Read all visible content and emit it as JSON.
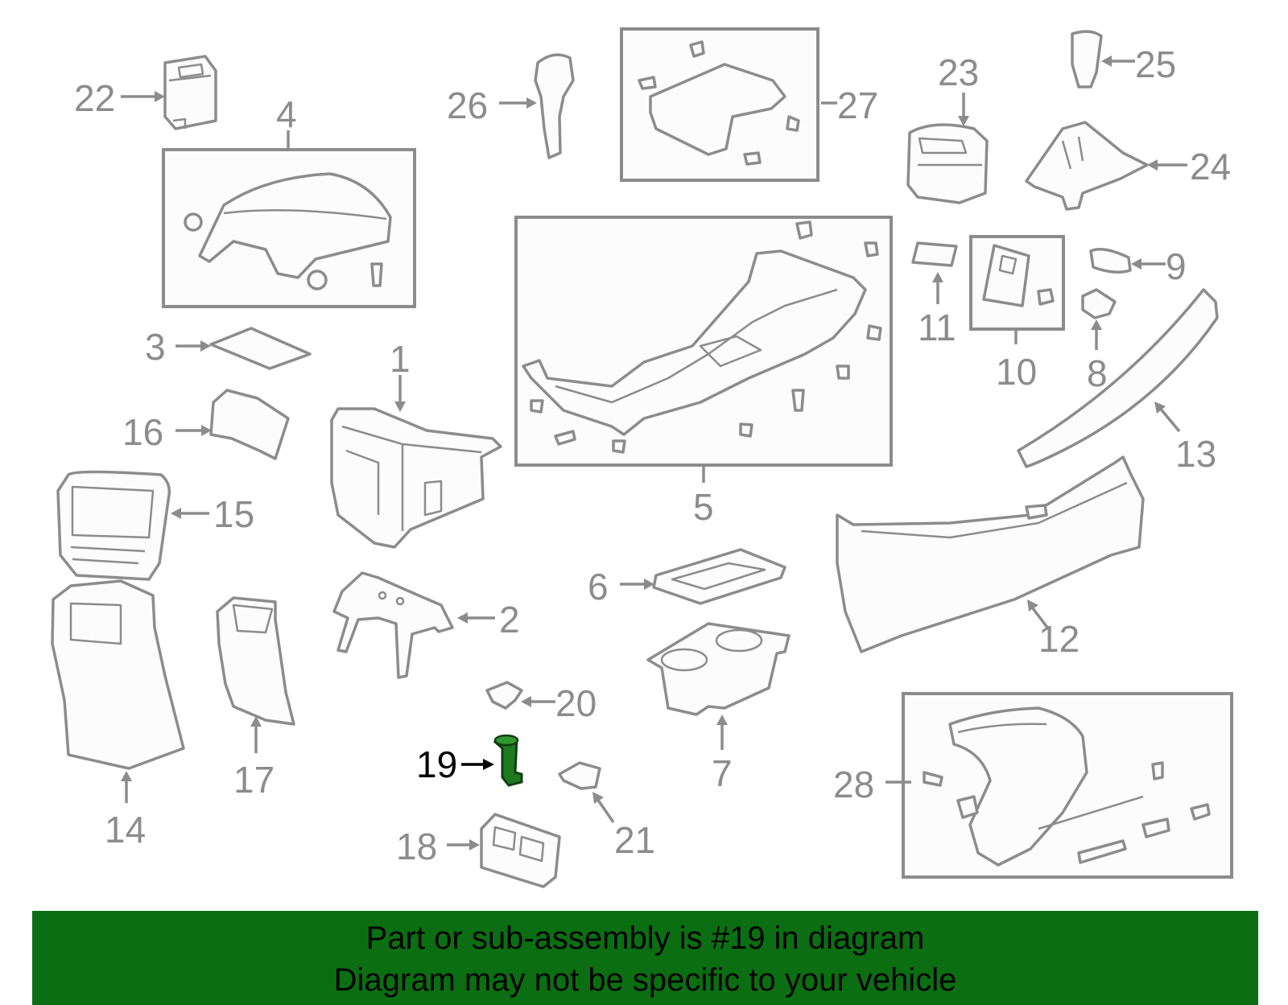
{
  "diagram": {
    "callouts": {
      "c1": "1",
      "c2": "2",
      "c3": "3",
      "c4": "4",
      "c5": "5",
      "c6": "6",
      "c7": "7",
      "c8": "8",
      "c9": "9",
      "c10": "10",
      "c11": "11",
      "c12": "12",
      "c13": "13",
      "c14": "14",
      "c15": "15",
      "c16": "16",
      "c17": "17",
      "c18": "18",
      "c19": "19",
      "c20": "20",
      "c21": "21",
      "c22": "22",
      "c23": "23",
      "c24": "24",
      "c25": "25",
      "c26": "26",
      "c27": "27",
      "c28": "28"
    },
    "highlighted_part": "19",
    "colors": {
      "line": "#8c8c8c",
      "highlight_part": "#1f7a1f",
      "banner": "#0b6e12"
    }
  },
  "banner": {
    "line1": "Part or sub-assembly is #19 in diagram",
    "line2": "Diagram may not be specific to your vehicle"
  }
}
